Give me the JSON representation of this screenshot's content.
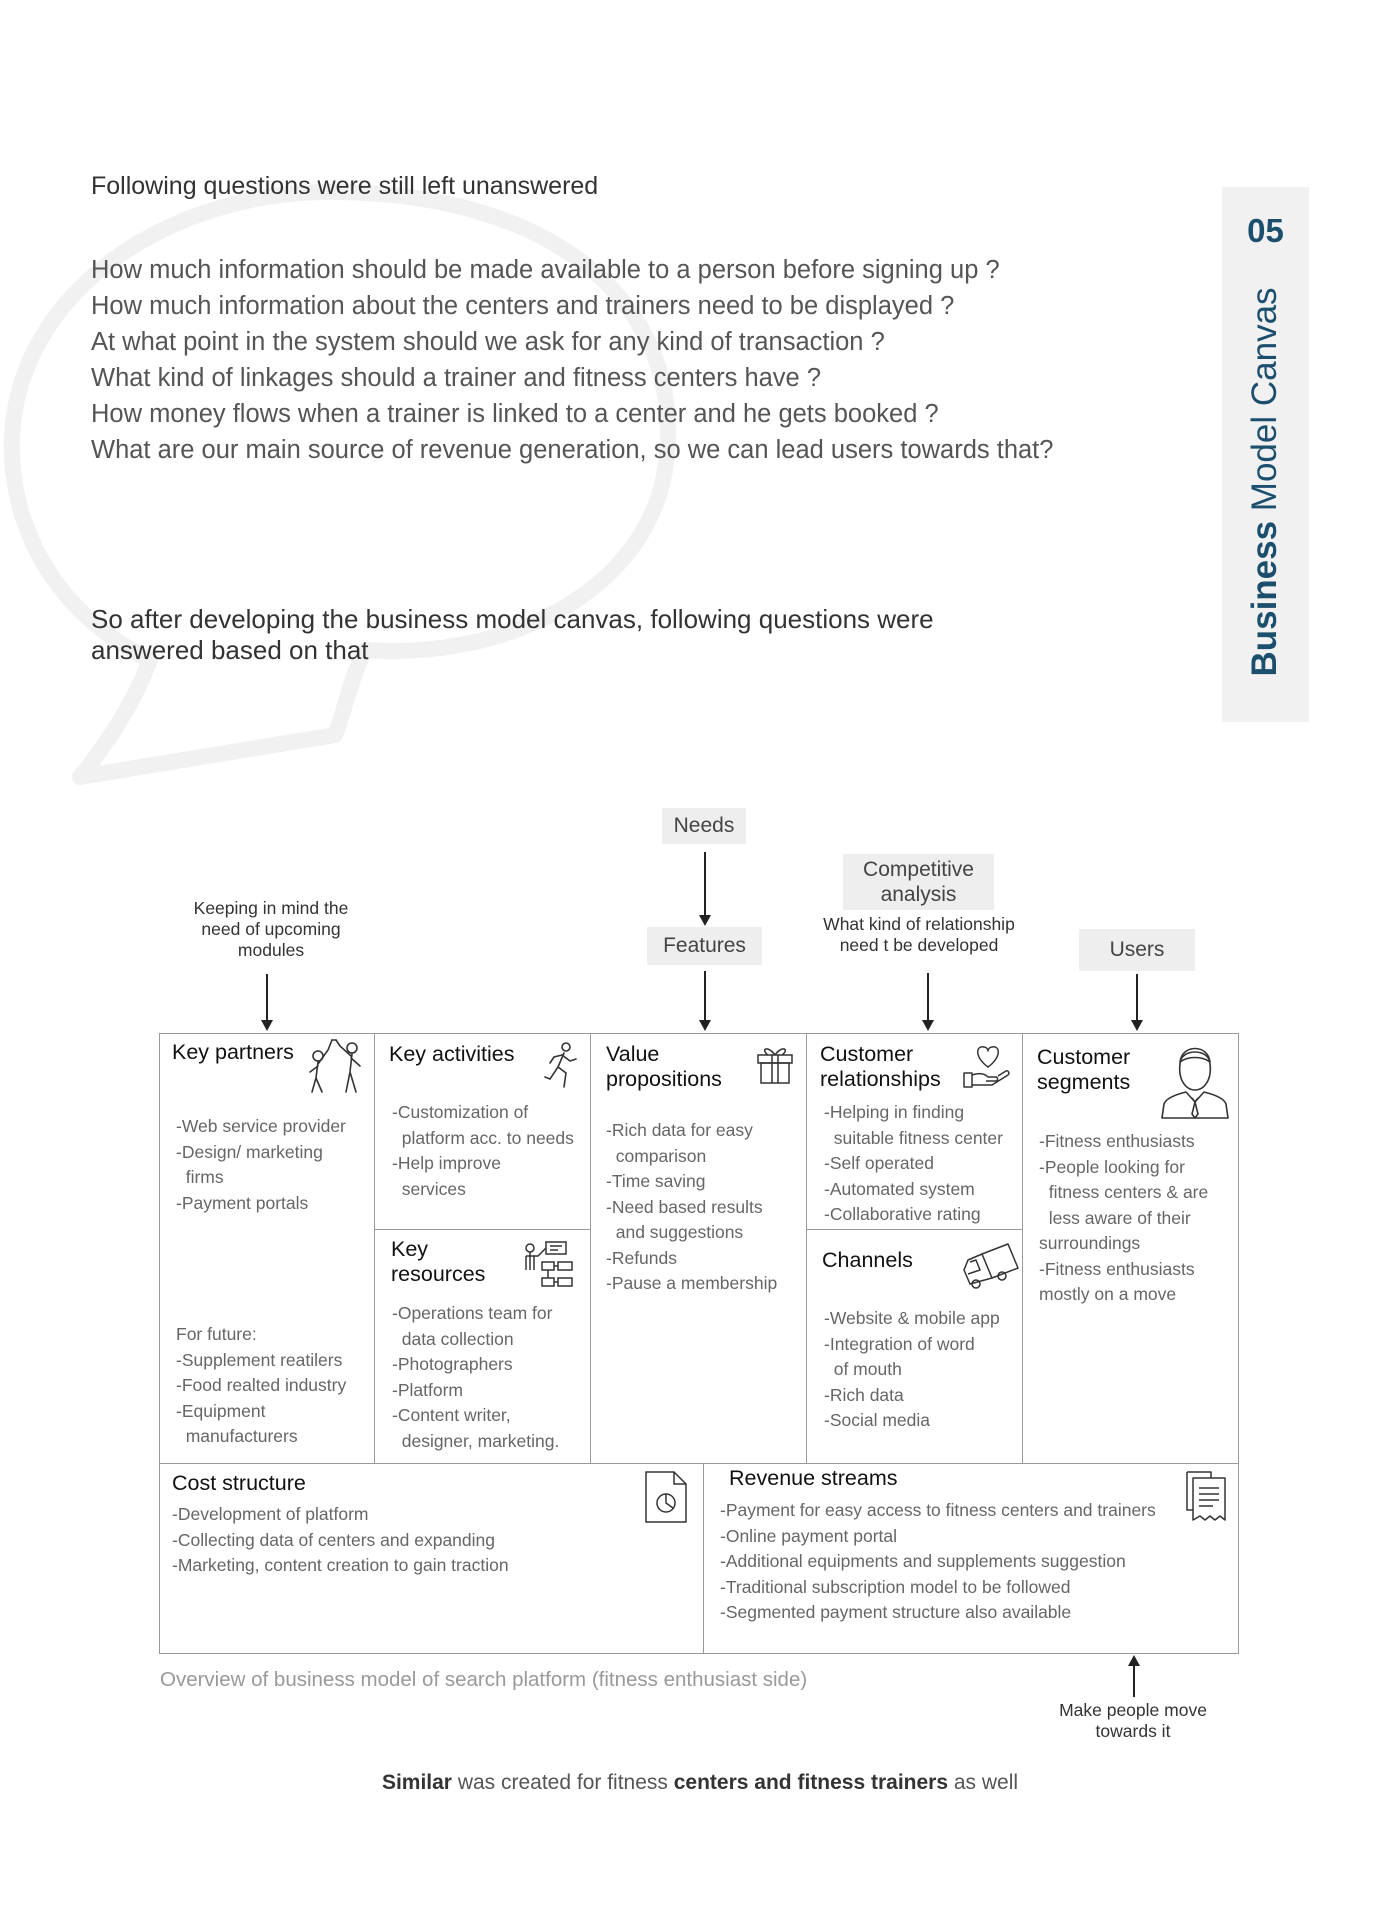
{
  "page": {
    "heading": "Following questions were still left unanswered",
    "questions": [
      "How much information should be made available to a person before signing up ?",
      "How much information about the centers and trainers need to be displayed ?",
      "At what point in the system should we ask for any kind of transaction ?",
      "What kind of linkages should a trainer and fitness centers have ?",
      "How money flows when a trainer is linked to a center and he gets booked ?",
      "What are our main source of revenue generation, so we can lead users towards that?"
    ],
    "answered_intro": "So after developing the business model canvas, following questions were answered based on that"
  },
  "side_tab": {
    "number": "05",
    "title_bold": "Business",
    "title_light": " Model Canvas",
    "color": "#1c4f6e"
  },
  "annotations": {
    "needs": "Needs",
    "features": "Features",
    "competitive": "Competitive analysis",
    "relationship_note": "What kind of relationship need t be developed",
    "users": "Users",
    "partners_note": "Keeping in mind the need of upcoming modules",
    "revenue_note": "Make people move towards it"
  },
  "canvas": {
    "key_partners": {
      "title": "Key partners",
      "items": [
        "-Web service provider",
        "-Design/ marketing",
        "  firms",
        "-Payment portals"
      ],
      "future": [
        "For future:",
        "-Supplement reatilers",
        "-Food realted industry",
        "-Equipment",
        "  manufacturers"
      ]
    },
    "key_activities": {
      "title": "Key activities",
      "items": [
        "-Customization of",
        "  platform acc. to needs",
        "-Help improve",
        "  services"
      ]
    },
    "key_resources": {
      "title": "Key resources",
      "items": [
        "-Operations team for",
        "  data collection",
        "-Photographers",
        "-Platform",
        "-Content writer,",
        "  designer, marketing."
      ]
    },
    "value_propositions": {
      "title": "Value propositions",
      "items": [
        "-Rich data for easy",
        "  comparison",
        "-Time saving",
        "-Need based results",
        "  and suggestions",
        "-Refunds",
        "-Pause a membership"
      ]
    },
    "customer_relationships": {
      "title": "Customer relationships",
      "items": [
        "-Helping in finding",
        "  suitable fitness center",
        "-Self operated",
        "-Automated system",
        "-Collaborative rating"
      ]
    },
    "channels": {
      "title": "Channels",
      "items": [
        "-Website & mobile app",
        "-Integration of word",
        "  of mouth",
        "-Rich data",
        "-Social media"
      ]
    },
    "customer_segments": {
      "title": "Customer segments",
      "items": [
        "-Fitness enthusiasts",
        "-People looking for",
        "  fitness centers & are",
        "  less aware of their",
        "surroundings",
        "-Fitness enthusiasts",
        "mostly on a move"
      ]
    },
    "cost_structure": {
      "title": "Cost structure",
      "items": [
        "-Development of platform",
        "-Collecting data of centers and expanding",
        "-Marketing, content creation to gain traction"
      ]
    },
    "revenue_streams": {
      "title": "Revenue streams",
      "items": [
        "-Payment for easy access to fitness centers and trainers",
        "-Online payment portal",
        "-Additional equipments and supplements suggestion",
        "-Traditional subscription model to be followed",
        "-Segmented payment structure also available"
      ]
    }
  },
  "caption": "Overview of business model of search platform (fitness enthusiast side)",
  "footer": {
    "b1": "Similar",
    "t1": " was created for fitness ",
    "b2": "centers and fitness trainers",
    "t2": " as well"
  }
}
